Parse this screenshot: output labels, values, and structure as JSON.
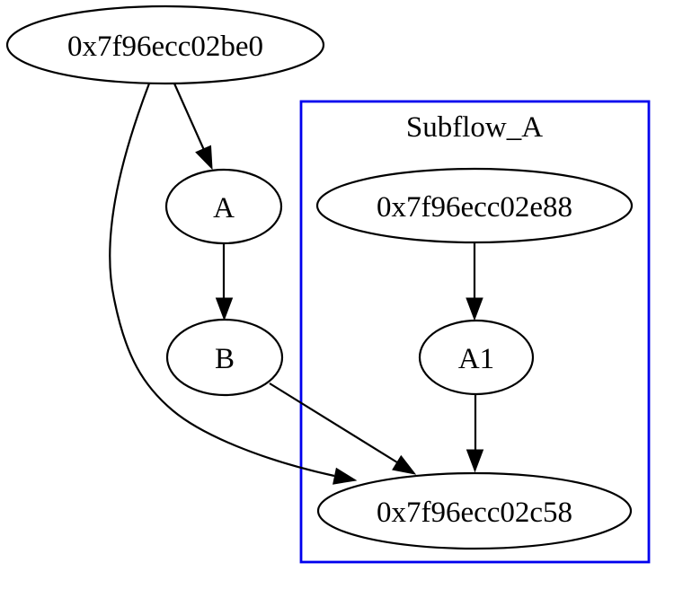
{
  "diagram": {
    "type": "directed-graph",
    "background_color": "#ffffff",
    "node_stroke_color": "#000000",
    "text_color": "#000000",
    "cluster": {
      "label": "Subflow_A",
      "border_color": "#0000ee"
    },
    "nodes": {
      "be0": {
        "label": "0x7f96ecc02be0"
      },
      "a": {
        "label": "A"
      },
      "b": {
        "label": "B"
      },
      "e88": {
        "label": "0x7f96ecc02e88"
      },
      "a1": {
        "label": "A1"
      },
      "c58": {
        "label": "0x7f96ecc02c58"
      }
    },
    "edges": [
      {
        "from": "0x7f96ecc02be0",
        "to": "A"
      },
      {
        "from": "0x7f96ecc02be0",
        "to": "0x7f96ecc02c58"
      },
      {
        "from": "A",
        "to": "B"
      },
      {
        "from": "B",
        "to": "0x7f96ecc02c58"
      },
      {
        "from": "0x7f96ecc02e88",
        "to": "A1"
      },
      {
        "from": "A1",
        "to": "0x7f96ecc02c58"
      }
    ]
  }
}
